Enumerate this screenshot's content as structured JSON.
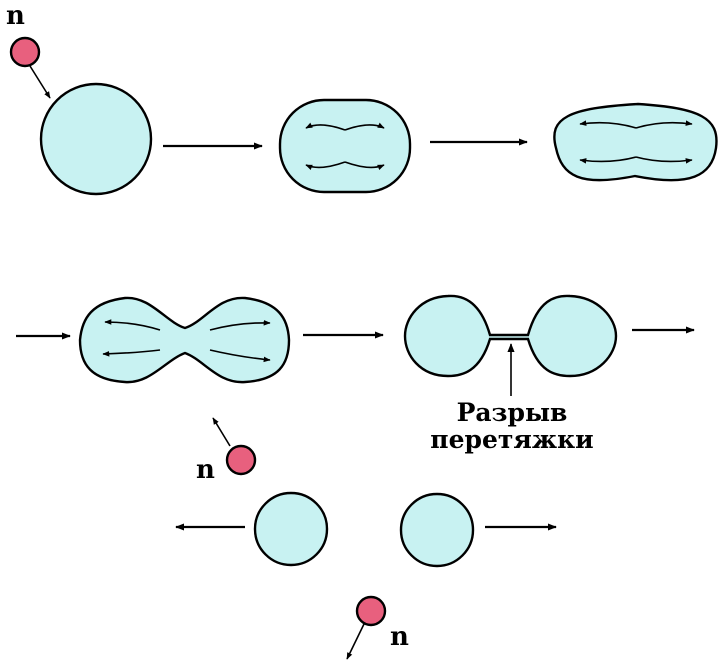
{
  "colors": {
    "nucleus_fill": "#c8f2f2",
    "neutron_fill": "#e8607e",
    "outline": "#000000",
    "background": "#ffffff"
  },
  "labels": {
    "neutron_symbol": "n",
    "caption_line1": "Разрыв",
    "caption_line2": "перетяжки"
  },
  "stages": [
    "neutron-capture",
    "oblate-deformation",
    "dumbbell",
    "neck-formation",
    "neck-rupture",
    "fission-fragments"
  ]
}
